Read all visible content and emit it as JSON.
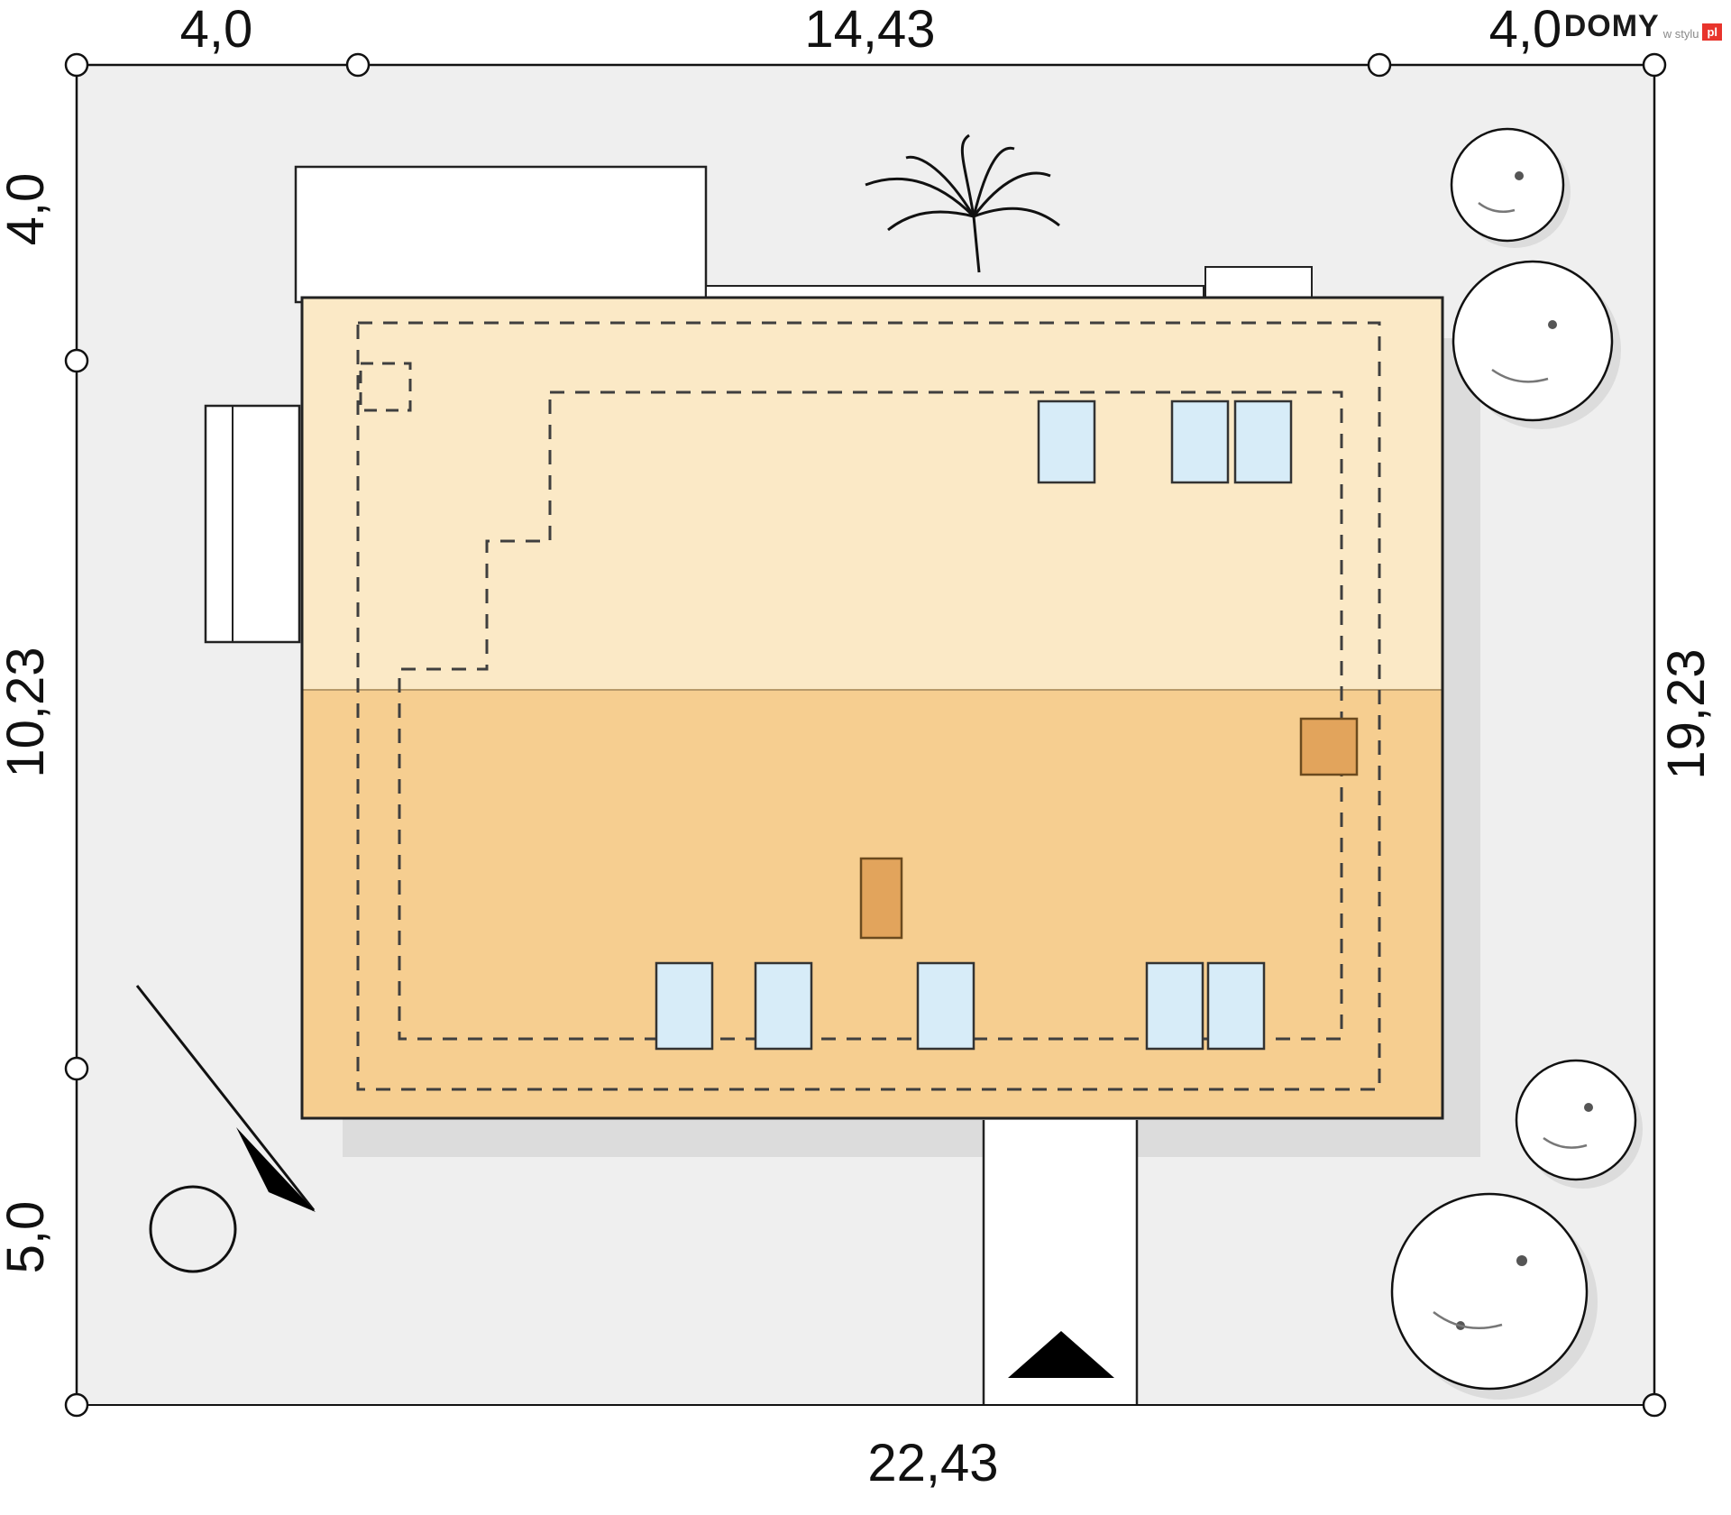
{
  "plan": {
    "title": "house-site-plan-roof-view",
    "dimensions": {
      "top_left": "4,0",
      "top_center": "14,43",
      "top_right": "4,0",
      "left_top": "4,0",
      "left_middle": "10,23",
      "left_bottom": "5,0",
      "right_side": "19,23",
      "bottom": "22,43"
    },
    "colors": {
      "plot_fill": "#efefef",
      "shadow": "#dcdcdc",
      "roof_upper": "#fbe9c6",
      "roof_lower": "#f6ce90",
      "skylight": "#d7ecf8",
      "chimney": "#e2a45c",
      "line": "#111111",
      "logo_accent": "#e8342c"
    }
  },
  "logo": {
    "brand": "DOMY",
    "sub": "w stylu",
    "tld": "pl"
  }
}
